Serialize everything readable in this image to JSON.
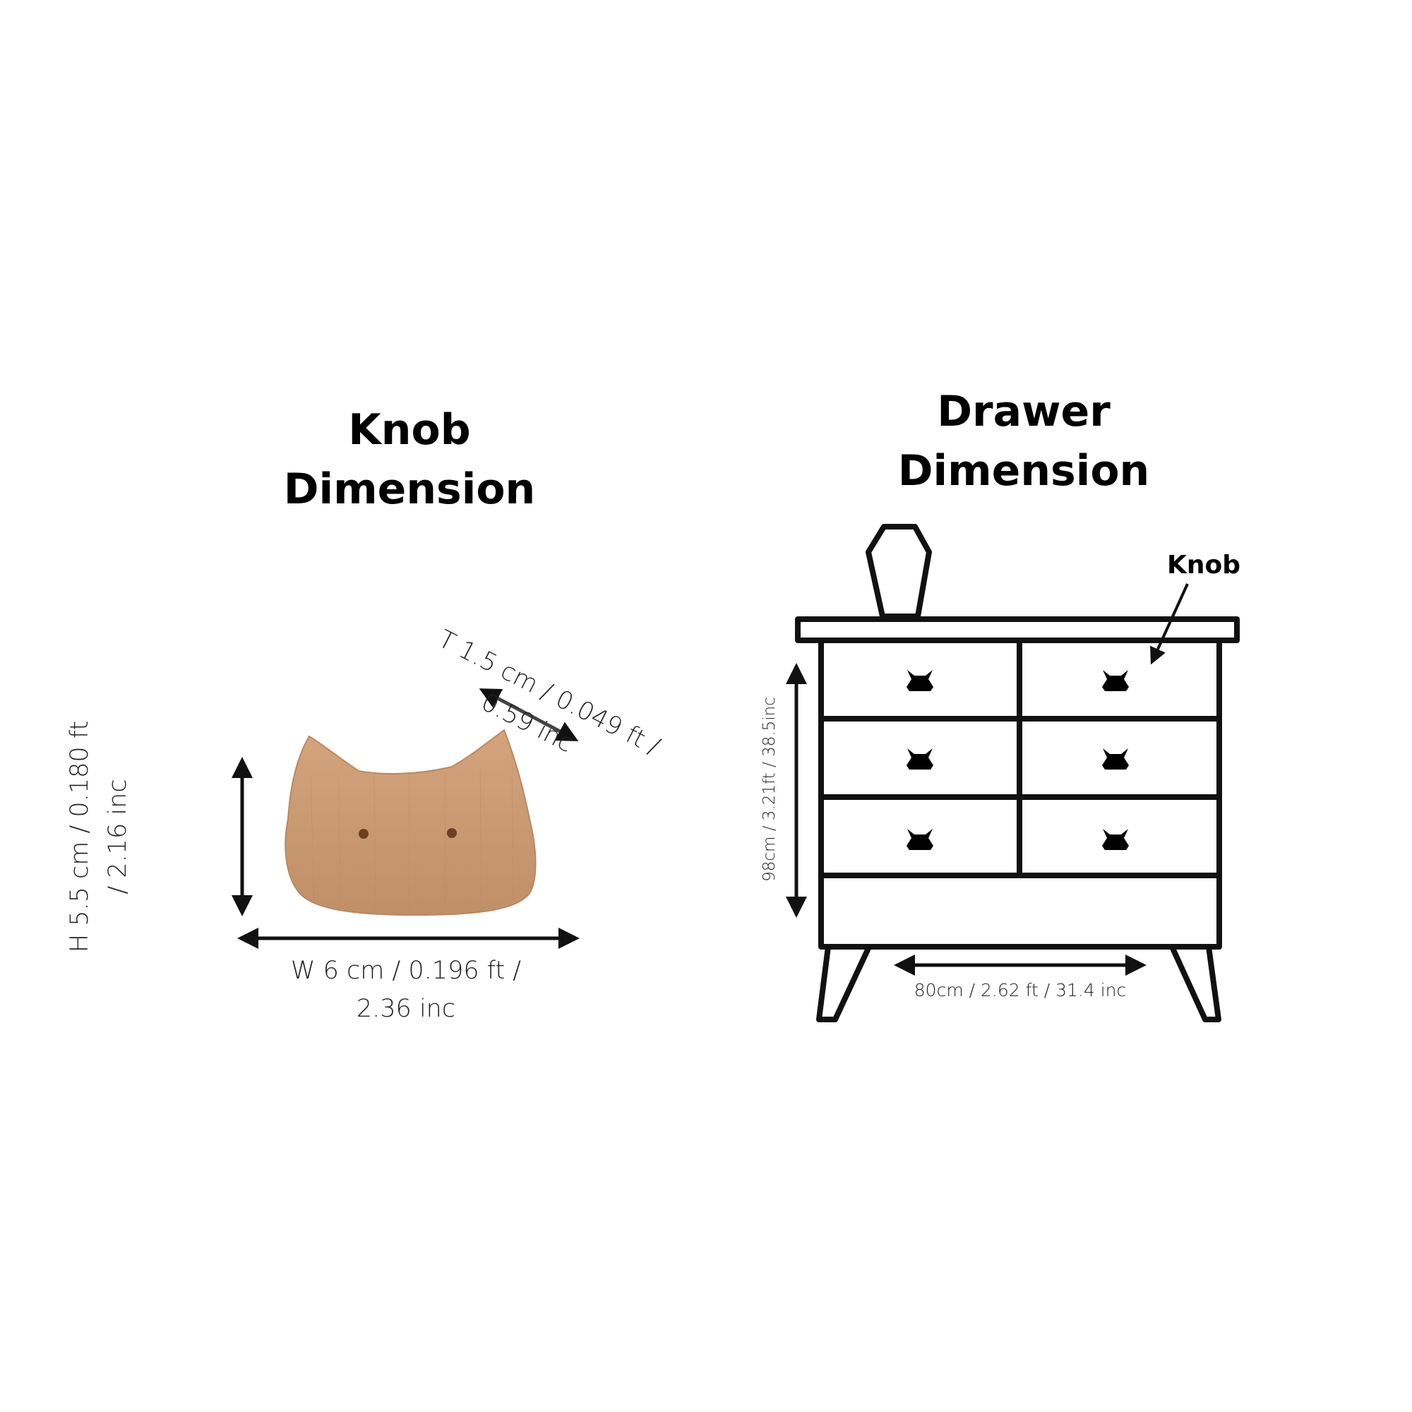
{
  "knob": {
    "title_line1": "Knob",
    "title_line2": "Dimension",
    "thickness_line1": "T 1.5 cm / 0.049 ft /",
    "thickness_line2": "0.59 inc",
    "height_line1": "H 5.5 cm / 0.180  ft",
    "height_line2": "/ 2.16 inc",
    "width_line1": "W 6 cm / 0.196 ft /",
    "width_line2": "2.36 inc",
    "wood_color": "#c99a74"
  },
  "drawer": {
    "title_line1": "Drawer",
    "title_line2": "Dimension",
    "knob_label": "Knob",
    "height_label": "98cm / 3.21ft / 38.5inc",
    "width_label": "80cm / 2.62 ft / 31.4 inc",
    "line_color": "#111111"
  }
}
